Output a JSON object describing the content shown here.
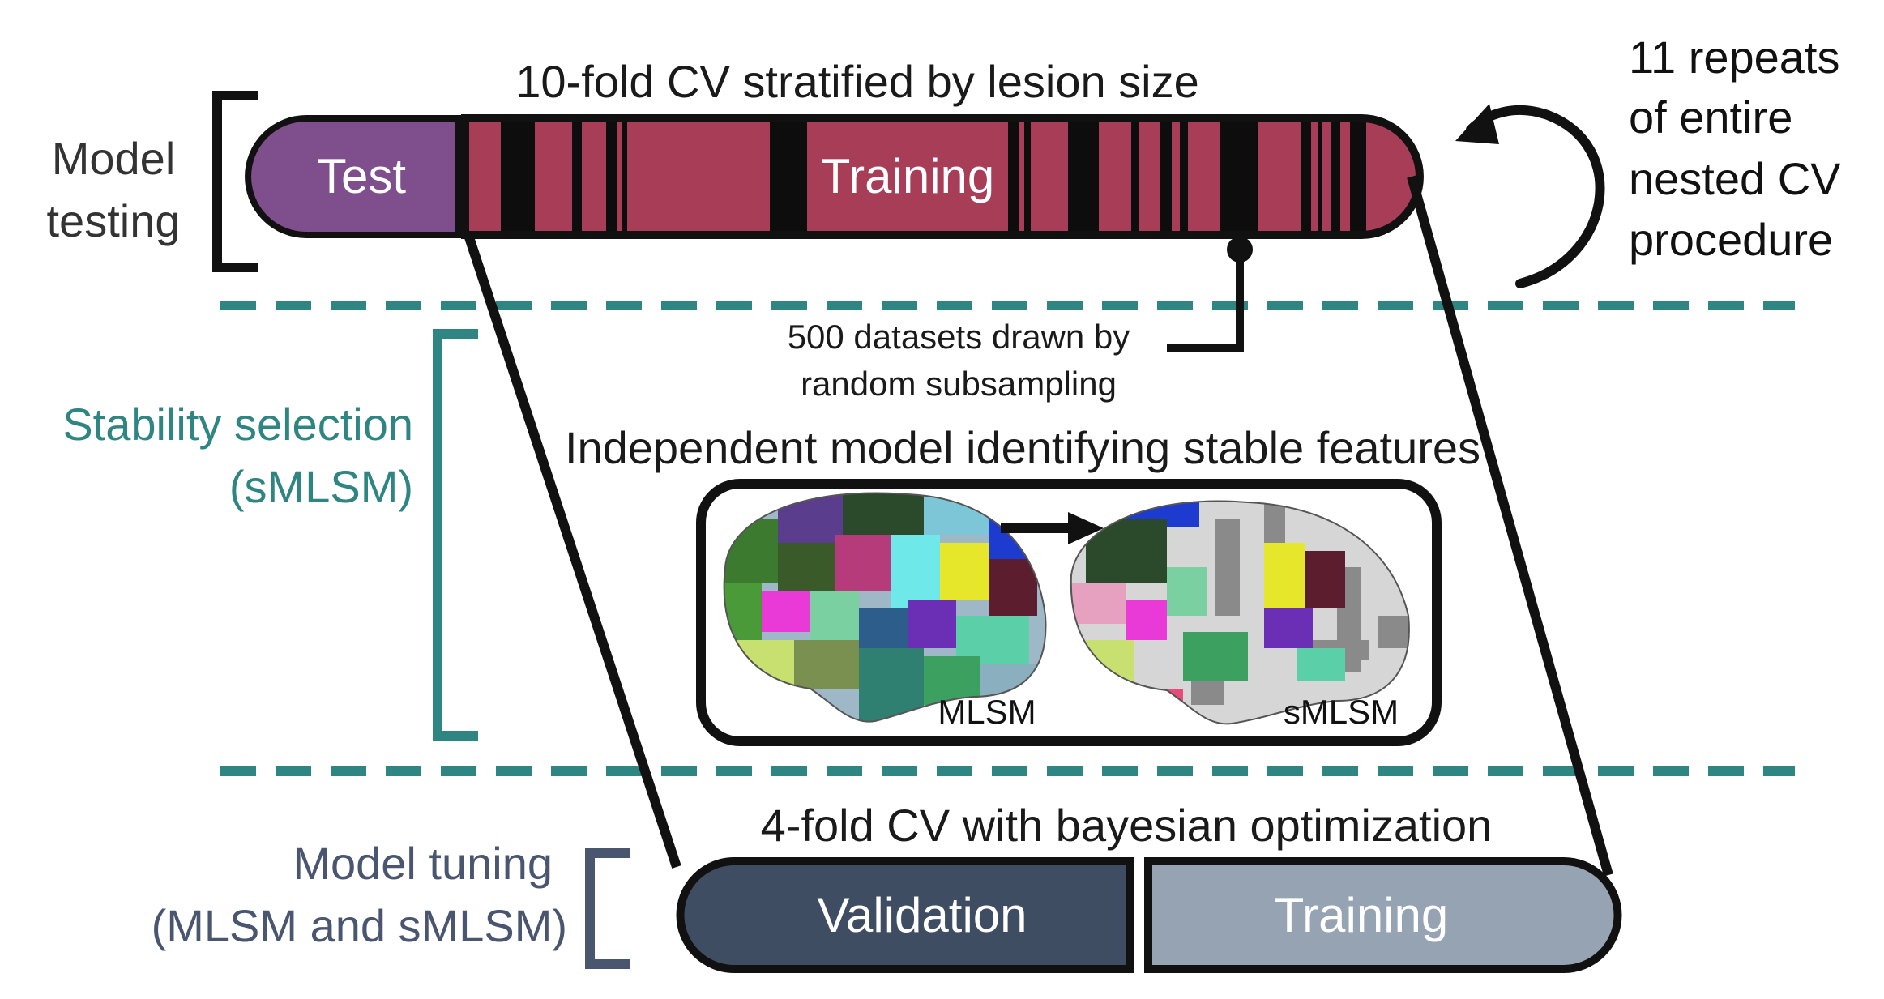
{
  "colors": {
    "test": "#7f4e8c",
    "training_top": "#a83d58",
    "validation": "#3f4d63",
    "training_bottom": "#95a3b2",
    "teal": "#2e8582",
    "slate": "#4a5570",
    "dark": "#333333"
  },
  "model_testing": {
    "label_line1": "Model",
    "label_line2": "testing",
    "heading": "10-fold CV stratified by lesion size",
    "test_label": "Test",
    "training_label": "Training"
  },
  "repeats": {
    "line1": "11 repeats",
    "line2": "of entire",
    "line3": "nested CV",
    "line4": "procedure"
  },
  "subsampling": {
    "line1": "500 datasets drawn by",
    "line2": "random subsampling"
  },
  "stability": {
    "label_line1": "Stability selection",
    "label_line2": "(sMLSM)",
    "heading": "Independent model identifying stable features",
    "brain_left_label": "MLSM",
    "brain_right_label": "sMLSM",
    "brain_left_icon": "brain-parcellation-icon",
    "brain_right_icon": "brain-stable-features-icon"
  },
  "model_tuning": {
    "label_line1": "Model tuning",
    "label_line2": "(MLSM and sMLSM)",
    "heading": "4-fold CV with bayesian optimization",
    "validation_label": "Validation",
    "training_label": "Training"
  }
}
